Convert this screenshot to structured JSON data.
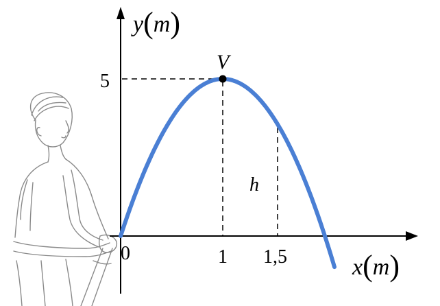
{
  "axes": {
    "y_name": "y",
    "y_unit": "m",
    "x_name": "x",
    "x_unit": "m"
  },
  "ticks": {
    "origin": "0",
    "x_vertex": "1",
    "x_h": "1,5",
    "y_peak": "5"
  },
  "labels": {
    "vertex": "V",
    "height": "h"
  },
  "colors": {
    "curve": "#4a7fd4",
    "axis": "#000000",
    "sketch": "#8a8a8a"
  }
}
